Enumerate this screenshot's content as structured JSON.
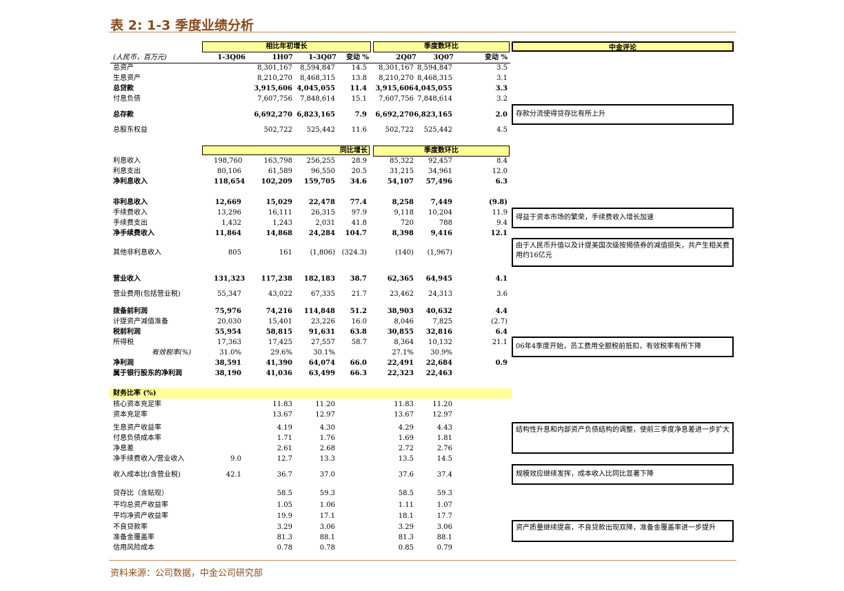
{
  "title": "表 2: 1-3 季度业绩分析",
  "source": "资料来源：公司数据，中金公司研究部",
  "headers": {
    "yoy_ytd": "相比年初增长",
    "qoq_top": "季度数环比",
    "yoy": "同比增长",
    "qoq_mid": "季度数环比",
    "comment": "中金评论",
    "unit": "(人民币，百万元)",
    "cols": [
      "1-3Q06",
      "1H07",
      "1-3Q07",
      "变动 %",
      "2Q07",
      "3Q07",
      "变动 %"
    ]
  },
  "rows": [
    {
      "label": "总资产",
      "bold": false,
      "v": [
        "",
        "8,301,167",
        "8,594,847",
        "14.5",
        "8,301,167",
        "8,594,847",
        "3.5"
      ]
    },
    {
      "label": "生息资产",
      "bold": false,
      "v": [
        "",
        "8,210,270",
        "8,468,315",
        "13.8",
        "8,210,270",
        "8,468,315",
        "3.1"
      ]
    },
    {
      "label": "总贷款",
      "bold": true,
      "v": [
        "",
        "3,915,606",
        "4,045,055",
        "11.4",
        "3,915,606",
        "4,045,055",
        "3.3"
      ]
    },
    {
      "label": "付息负债",
      "bold": false,
      "v": [
        "",
        "7,607,756",
        "7,848,614",
        "15.1",
        "7,607,756",
        "7,848,614",
        "3.2"
      ]
    },
    {
      "label": "总存款",
      "bold": true,
      "v": [
        "",
        "6,692,270",
        "6,823,165",
        "7.9",
        "6,692,270",
        "6,823,165",
        "2.0"
      ]
    },
    {
      "label": "总股东权益",
      "bold": false,
      "v": [
        "",
        "502,722",
        "525,442",
        "11.6",
        "502,722",
        "525,442",
        "4.5"
      ]
    },
    {
      "label": "利息收入",
      "bold": false,
      "v": [
        "198,760",
        "163,798",
        "256,255",
        "28.9",
        "85,322",
        "92,457",
        "8.4"
      ]
    },
    {
      "label": "利息支出",
      "bold": false,
      "v": [
        "80,106",
        "61,589",
        "96,550",
        "20.5",
        "31,215",
        "34,961",
        "12.0"
      ]
    },
    {
      "label": "净利息收入",
      "bold": true,
      "v": [
        "118,654",
        "102,209",
        "159,705",
        "34.6",
        "54,107",
        "57,496",
        "6.3"
      ]
    },
    {
      "label": "非利息收入",
      "bold": true,
      "v": [
        "12,669",
        "15,029",
        "22,478",
        "77.4",
        "8,258",
        "7,449",
        "(9.8)"
      ]
    },
    {
      "label": "手续费收入",
      "bold": false,
      "v": [
        "13,296",
        "16,111",
        "26,315",
        "97.9",
        "9,118",
        "10,204",
        "11.9"
      ]
    },
    {
      "label": "手续费支出",
      "bold": false,
      "v": [
        "1,432",
        "1,243",
        "2,031",
        "41.8",
        "720",
        "788",
        "9.4"
      ]
    },
    {
      "label": "净手续费收入",
      "bold": true,
      "v": [
        "11,864",
        "14,868",
        "24,284",
        "104.7",
        "8,398",
        "9,416",
        "12.1"
      ]
    },
    {
      "label": "其他非利息收入",
      "bold": false,
      "v": [
        "805",
        "161",
        "(1,806)",
        "(324.3)",
        "(140)",
        "(1,967)",
        ""
      ]
    },
    {
      "label": "营业收入",
      "bold": true,
      "v": [
        "131,323",
        "117,238",
        "182,183",
        "38.7",
        "62,365",
        "64,945",
        "4.1"
      ]
    },
    {
      "label": "营业费用(包括营业税)",
      "bold": false,
      "v": [
        "55,347",
        "43,022",
        "67,335",
        "21.7",
        "23,462",
        "24,313",
        "3.6"
      ]
    },
    {
      "label": "拨备前利润",
      "bold": true,
      "v": [
        "75,976",
        "74,216",
        "114,848",
        "51.2",
        "38,903",
        "40,632",
        "4.4"
      ]
    },
    {
      "label": "计提资产减值准备",
      "bold": false,
      "v": [
        "20,030",
        "15,401",
        "23,226",
        "16.0",
        "8,046",
        "7,825",
        "(2.7)"
      ]
    },
    {
      "label": "税前利润",
      "bold": true,
      "v": [
        "55,954",
        "58,815",
        "91,631",
        "63.8",
        "30,855",
        "32,816",
        "6.4"
      ]
    },
    {
      "label": "所得税",
      "bold": false,
      "v": [
        "17,363",
        "17,425",
        "27,557",
        "58.7",
        "8,364",
        "10,132",
        "21.1"
      ]
    },
    {
      "label": "有效税率(%)",
      "bold": false,
      "indent": true,
      "v": [
        "31.0%",
        "29.6%",
        "30.1%",
        "",
        "27.1%",
        "30.9%",
        ""
      ]
    },
    {
      "label": "净利润",
      "bold": true,
      "v": [
        "38,591",
        "41,390",
        "64,074",
        "66.0",
        "22,491",
        "22,684",
        "0.9"
      ]
    },
    {
      "label": "属于银行股东的净利润",
      "bold": true,
      "v": [
        "38,190",
        "41,036",
        "63,499",
        "66.3",
        "22,323",
        "22,463",
        ""
      ]
    },
    {
      "label": "核心资本充足率",
      "bold": false,
      "v": [
        "",
        "11.83",
        "11.20",
        "",
        "11.83",
        "11.20",
        ""
      ]
    },
    {
      "label": "资本充足率",
      "bold": false,
      "v": [
        "",
        "13.67",
        "12.97",
        "",
        "13.67",
        "12.97",
        ""
      ]
    },
    {
      "label": "生息资产收益率",
      "bold": false,
      "v": [
        "",
        "4.19",
        "4.30",
        "",
        "4.29",
        "4.43",
        ""
      ]
    },
    {
      "label": "付息负债成本率",
      "bold": false,
      "v": [
        "",
        "1.71",
        "1.76",
        "",
        "1.69",
        "1.81",
        ""
      ]
    },
    {
      "label": "净息差",
      "bold": false,
      "v": [
        "",
        "2.61",
        "2.68",
        "",
        "2.72",
        "2.76",
        ""
      ]
    },
    {
      "label": "净手续费收入/营业收入",
      "bold": false,
      "v": [
        "9.0",
        "12.7",
        "13.3",
        "",
        "13.5",
        "14.5",
        ""
      ]
    },
    {
      "label": "收入成本比(含营业税)",
      "bold": false,
      "v": [
        "42.1",
        "36.7",
        "37.0",
        "",
        "37.6",
        "37.4",
        ""
      ]
    },
    {
      "label": "贷存比（含贴现）",
      "bold": false,
      "v": [
        "",
        "58.5",
        "59.3",
        "",
        "58.5",
        "59.3",
        ""
      ]
    },
    {
      "label": "平均总资产收益率",
      "bold": false,
      "v": [
        "",
        "1.05",
        "1.06",
        "",
        "1.11",
        "1.07",
        ""
      ]
    },
    {
      "label": "平均净资产收益率",
      "bold": false,
      "v": [
        "",
        "19.9",
        "17.1",
        "",
        "18.1",
        "17.7",
        ""
      ]
    },
    {
      "label": "不良贷款率",
      "bold": false,
      "v": [
        "",
        "3.29",
        "3.06",
        "",
        "3.29",
        "3.06",
        ""
      ]
    },
    {
      "label": "准备金覆盖率",
      "bold": false,
      "v": [
        "",
        "81.3",
        "88.1",
        "",
        "81.3",
        "88.1",
        ""
      ]
    },
    {
      "label": "信用风险成本",
      "bold": false,
      "v": [
        "",
        "0.78",
        "0.78",
        "",
        "0.85",
        "0.79",
        ""
      ]
    }
  ],
  "ratios_header": "财务比率 (%)",
  "comments": [
    "存款分流使得贷存比有所上升",
    "得益于资本市场的繁荣，手续费收入增长加速",
    "由于人民币升值以及计提美国次级按揭债券的减值损失，共产生相关费用约16亿元",
    "06年4季度开始，员工费用全额税前抵扣，有效税率有所下降",
    "结构性升息和内部资产负债结构的调整，使前三季度净息差进一步扩大",
    "规模效应继续发挥，成本收入比同比显著下降",
    "资产质量继续提高，不良贷款出现双降，准备金覆盖率进一步提升"
  ]
}
